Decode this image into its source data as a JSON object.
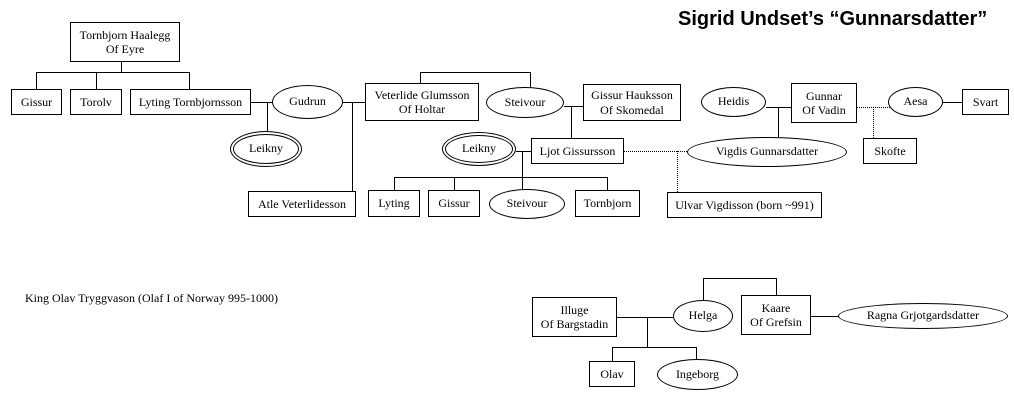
{
  "title": "Sigrid Undset’s “Gunnarsdatter”",
  "footnote": "King Olav Tryggvason (Olaf I of Norway 995-1000)",
  "nodes": {
    "tornbjorn_haalegg": {
      "name": "Tornbjorn Haalegg",
      "epithet": "Of Eyre"
    },
    "gissur_senior": "Gissur",
    "torolv": "Torolv",
    "lyting_tornbjornsson": "Lyting Tornbjornsson",
    "gudrun": "Gudrun",
    "leikny_1": "Leikny",
    "veterlide_glumsson": {
      "name": "Veterlide Glumsson",
      "epithet": "Of Holtar"
    },
    "steivour_1": "Steivour",
    "gissur_hauksson": {
      "name": "Gissur Hauksson",
      "epithet": "Of Skomedal"
    },
    "heidis": "Heidis",
    "gunnar": {
      "name": "Gunnar",
      "epithet": "Of Vadin"
    },
    "aesa": "Aesa",
    "svart": "Svart",
    "leikny_2": "Leikny",
    "ljot_gissursson": "Ljot Gissursson",
    "vigdis_gunnarsdatter": "Vigdis Gunnarsdatter",
    "skofte": "Skofte",
    "atle_veterlidesson": "Atle Veterlidesson",
    "lyting_jr": "Lyting",
    "gissur_jr": "Gissur",
    "steivour_2": "Steivour",
    "tornbjorn_jr": "Tornbjorn",
    "ulvar_vigdisson": "Ulvar Vigdisson (born ~991)",
    "illuge": {
      "name": "Illuge",
      "epithet": "Of Bargstadin"
    },
    "helga": "Helga",
    "kaare": {
      "name": "Kaare",
      "epithet": "Of Grefsin"
    },
    "ragna_grjotgardsdatter": "Ragna Grjotgardsdatter",
    "olav": "Olav",
    "ingeborg": "Ingeborg"
  }
}
